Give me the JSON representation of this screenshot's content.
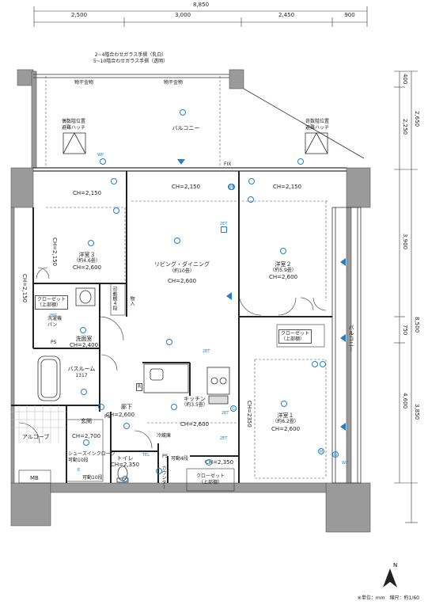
{
  "dimensions": {
    "top_total": "8,850",
    "top_segments": [
      "2,500",
      "3,000",
      "2,450",
      "900"
    ],
    "right_outer": [
      "400",
      "2,650",
      "2,250",
      "3,900",
      "750",
      "4,600",
      "3,850"
    ],
    "right_total": "8,500"
  },
  "notes": {
    "glass_rail_1": "2~4階合わせガラス手摺（乳白）",
    "glass_rail_2": "5~10階合わせガラス手摺（透明）",
    "scale_note": "※単位：mm　縮尺：約1/60"
  },
  "balcony": {
    "label": "バルコニー",
    "side_label": "バルコニー",
    "hanger_left": "物干金物",
    "hanger_right": "物干金物",
    "hatch_left": "偶数階位置\n避難ハッチ",
    "hatch_right": "奇数階位置\n避難ハッチ",
    "fix_label": "FIX"
  },
  "rooms": {
    "western3": {
      "name": "洋室３",
      "size": "（約4.6畳）",
      "ch": "CH=2,600"
    },
    "ldk": {
      "name": "リビング・ダイニング",
      "size": "（約10畳）",
      "ch": "CH=2,600"
    },
    "western2": {
      "name": "洋室２",
      "size": "（約5.9畳）",
      "ch": "CH=2,600"
    },
    "western1": {
      "name": "洋室１",
      "size": "（約6.2畳）",
      "ch": "CH=2,600"
    },
    "kitchen": {
      "name": "キッチン",
      "size": "（約3.5畳）",
      "ch": "CH=2,600"
    },
    "bath": {
      "name": "バスルーム",
      "size": "1317"
    },
    "washroom": {
      "name": "洗面室",
      "ch": "CH=2,400"
    },
    "hallway": {
      "name": "廊下",
      "ch": "CH=2,600"
    },
    "entrance": {
      "name": "玄関",
      "ch": "CH=2,700"
    },
    "toilet": {
      "name": "トイレ",
      "ch": "CH=2,350"
    },
    "alcove": {
      "name": "アルコーブ"
    }
  },
  "ceiling_heights": {
    "ch_2150_a": "CH=2,150",
    "ch_2150_b": "CH=2,150",
    "ch_2150_c": "CH=2,150",
    "ch_2150_d": "CH=2,150",
    "ch_2150_e": "CH=2,150",
    "ch_2350_a": "CH=2350",
    "ch_2350_b": "CH=2,350"
  },
  "storage": {
    "closet_upper": "クローゼット\n（上部棚）",
    "closet_w1": "クローゼット\n（上部棚）",
    "closet_bottom": "クローゼット\n（上部棚）",
    "washer_pan": "洗濯機\nパン",
    "movable_shelf4": "可動棚４段",
    "storage_in": "物入",
    "shoe_closet": "シューズインクローク\n可動10段",
    "movable_shelf10": "可動10段",
    "movable_shelf4b": "可動4段",
    "fridge": "冷蔵庫",
    "counter": "カウンター",
    "ps": "PS",
    "mb": "MB",
    "r": "R"
  },
  "symbols": {
    "wp": "WP",
    "tel": "TEL",
    "two_et": "2ET",
    "e": "E",
    "g": "G",
    "m": "M"
  }
}
